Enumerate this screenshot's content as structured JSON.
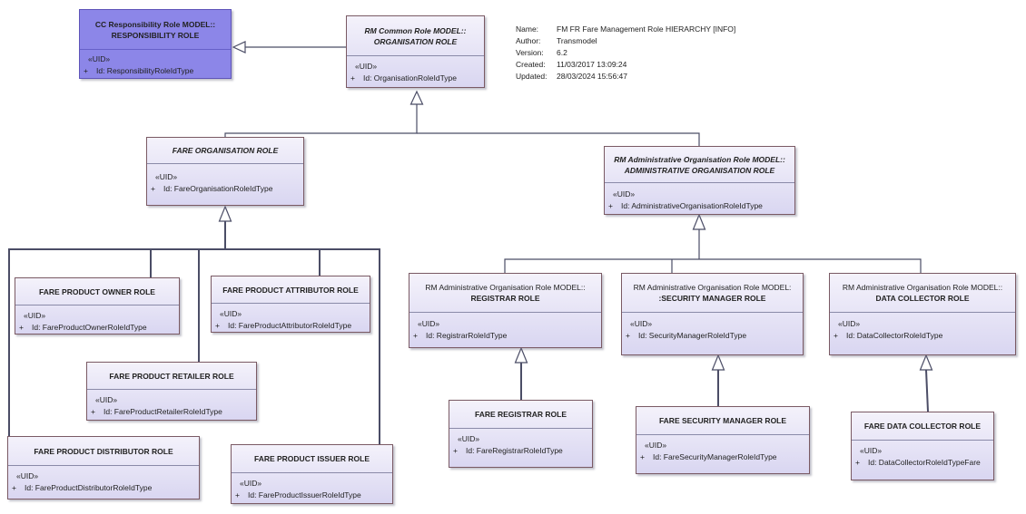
{
  "meta": {
    "rows": [
      {
        "key": "Name:",
        "value": "FM FR Fare Management Role HIERARCHY [INFO]"
      },
      {
        "key": "Author:",
        "value": "Transmodel"
      },
      {
        "key": "Version:",
        "value": "6.2"
      },
      {
        "key": "Created:",
        "value": "11/03/2017 13:09:24"
      },
      {
        "key": "Updated:",
        "value": "28/03/2024 15:56:47"
      }
    ]
  },
  "colors": {
    "box_fill_top": "#f4f2fb",
    "box_fill_bottom": "#d9d6f1",
    "highlight_fill": "#8c86e8",
    "box_border": "#7a5a64",
    "line": "#4b4d66"
  },
  "classes": {
    "responsibility": {
      "title1": "CC Responsibility Role MODEL::",
      "title2": "RESPONSIBILITY ROLE",
      "stereotype": "«UID»",
      "visibility": "+",
      "attr": "Id: ResponsibilityRoleIdType"
    },
    "organisation": {
      "title1": "RM Common Role MODEL::",
      "title2": "ORGANISATION ROLE",
      "stereotype": "«UID»",
      "visibility": "+",
      "attr": "Id: OrganisationRoleIdType"
    },
    "fare_org": {
      "title1": "FARE ORGANISATION ROLE",
      "stereotype": "«UID»",
      "visibility": "+",
      "attr": "Id: FareOrganisationRoleIdType"
    },
    "admin_org": {
      "title1": "RM Administrative Organisation Role MODEL::",
      "title2": "ADMINISTRATIVE ORGANISATION ROLE",
      "stereotype": "«UID»",
      "visibility": "+",
      "attr": "Id: AdministrativeOrganisationRoleIdType"
    },
    "owner": {
      "title1": "FARE PRODUCT OWNER ROLE",
      "stereotype": "«UID»",
      "visibility": "+",
      "attr": "Id: FareProductOwnerRoleIdType"
    },
    "attributor": {
      "title1": "FARE PRODUCT ATTRIBUTOR ROLE",
      "stereotype": "«UID»",
      "visibility": "+",
      "attr": "Id: FareProductAttributorRoleIdType"
    },
    "retailer": {
      "title1": "FARE PRODUCT RETAILER ROLE",
      "stereotype": "«UID»",
      "visibility": "+",
      "attr": "Id: FareProductRetailerRoleIdType"
    },
    "distributor": {
      "title1": "FARE PRODUCT DISTRIBUTOR ROLE",
      "stereotype": "«UID»",
      "visibility": "+",
      "attr": "Id: FareProductDistributorRoleIdType"
    },
    "issuer": {
      "title1": "FARE PRODUCT ISSUER ROLE",
      "stereotype": "«UID»",
      "visibility": "+",
      "attr": "Id: FareProductIssuerRoleIdType"
    },
    "registrar": {
      "title1": "RM Administrative Organisation Role MODEL::",
      "title2": "REGISTRAR ROLE",
      "stereotype": "«UID»",
      "visibility": "+",
      "attr": "Id: RegistrarRoleIdType"
    },
    "security": {
      "title1": "RM Administrative Organisation Role MODEL:",
      "title2": ":SECURITY MANAGER ROLE",
      "stereotype": "«UID»",
      "visibility": "+",
      "attr": "Id: SecurityManagerRoleIdType"
    },
    "collector": {
      "title1": "RM Administrative Organisation Role MODEL::",
      "title2": "DATA COLLECTOR ROLE",
      "stereotype": "«UID»",
      "visibility": "+",
      "attr": "Id: DataCollectorRoleIdType"
    },
    "fare_registrar": {
      "title1": "FARE REGISTRAR ROLE",
      "stereotype": "«UID»",
      "visibility": "+",
      "attr": "Id: FareRegistrarRoleIdType"
    },
    "fare_security": {
      "title1": "FARE SECURITY MANAGER ROLE",
      "stereotype": "«UID»",
      "visibility": "+",
      "attr": "Id: FareSecurityManagerRoleIdType"
    },
    "fare_collector": {
      "title1": "FARE DATA COLLECTOR ROLE",
      "stereotype": "«UID»",
      "visibility": "+",
      "attr": "Id: DataCollectorRoleIdTypeFare"
    }
  }
}
